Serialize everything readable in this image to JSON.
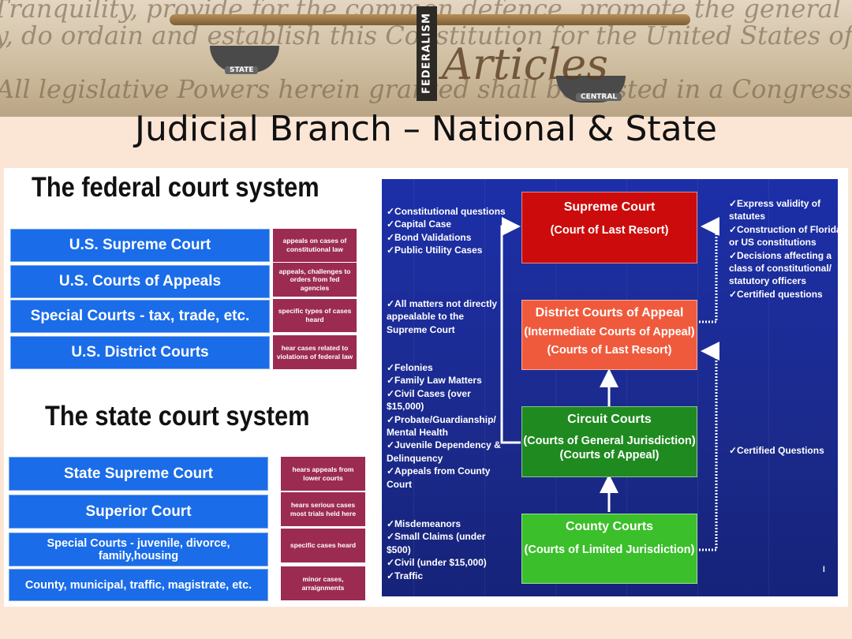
{
  "banner": {
    "post_label": "FEDERALISM",
    "left_pan_label": "STATE",
    "right_pan_label": "CENTRAL",
    "script_text": "Articles"
  },
  "title": "Judicial Branch – National & State",
  "federal": {
    "heading": "The federal court system",
    "courts": [
      {
        "name": "U.S. Supreme Court",
        "note": "appeals on cases of constitutional law"
      },
      {
        "name": "U.S. Courts of Appeals",
        "note": "appeals, challenges to orders from fed agencies"
      },
      {
        "name": "Special Courts - tax, trade, etc.",
        "note": "specific types of cases heard"
      },
      {
        "name": "U.S. District Courts",
        "note": "hear cases related to violations of federal law"
      }
    ]
  },
  "state": {
    "heading": "The state court system",
    "courts": [
      {
        "name": "State Supreme Court",
        "note": "hears appeals from lower courts"
      },
      {
        "name": "Superior Court",
        "note": "hears serious cases most trials held here"
      },
      {
        "name": "Special Courts - juvenile, divorce, family,housing",
        "note": "specific cases heard"
      },
      {
        "name": "County, municipal, traffic, magistrate, etc.",
        "note": "minor cases, arraignments"
      }
    ]
  },
  "florida": {
    "boxes": [
      {
        "title": "Supreme Court",
        "sub": [
          "(Court of Last Resort)"
        ],
        "color": "#cc0c0c"
      },
      {
        "title": "District Courts of Appeal",
        "sub": [
          "(Intermediate Courts of Appeal)",
          "(Courts of Last Resort)"
        ],
        "color": "#f05a3c"
      },
      {
        "title": "Circuit Courts",
        "sub": [
          "(Courts of General Jurisdiction)",
          "(Courts of Appeal)"
        ],
        "color": "#1f8a1f"
      },
      {
        "title": "County Courts",
        "sub": [
          "(Courts of Limited Jurisdiction)"
        ],
        "color": "#3bbf2b"
      }
    ],
    "left_lists": [
      "✓Constitutional questions\n✓Capital Case\n✓Bond Validations\n✓Public Utility Cases",
      "✓All matters not directly\nappealable to the\nSupreme Court",
      "✓Felonies\n✓Family Law Matters\n✓Civil Cases (over\n$15,000)\n✓Probate/Guardianship/\nMental Health\n✓Juvenile Dependency &\nDelinquency\n✓Appeals from County\nCourt",
      "✓Misdemeanors\n✓Small Claims (under\n$500)\n✓Civil (under $15,000)\n✓Traffic"
    ],
    "right_lists": [
      "✓Express validity of\nstatutes\n✓Construction of Florida\nor US constitutions\n✓Decisions affecting a\nclass of constitutional/\nstatutory officers\n✓Certified questions",
      "✓Certified Questions"
    ],
    "corner_mark": "l"
  }
}
